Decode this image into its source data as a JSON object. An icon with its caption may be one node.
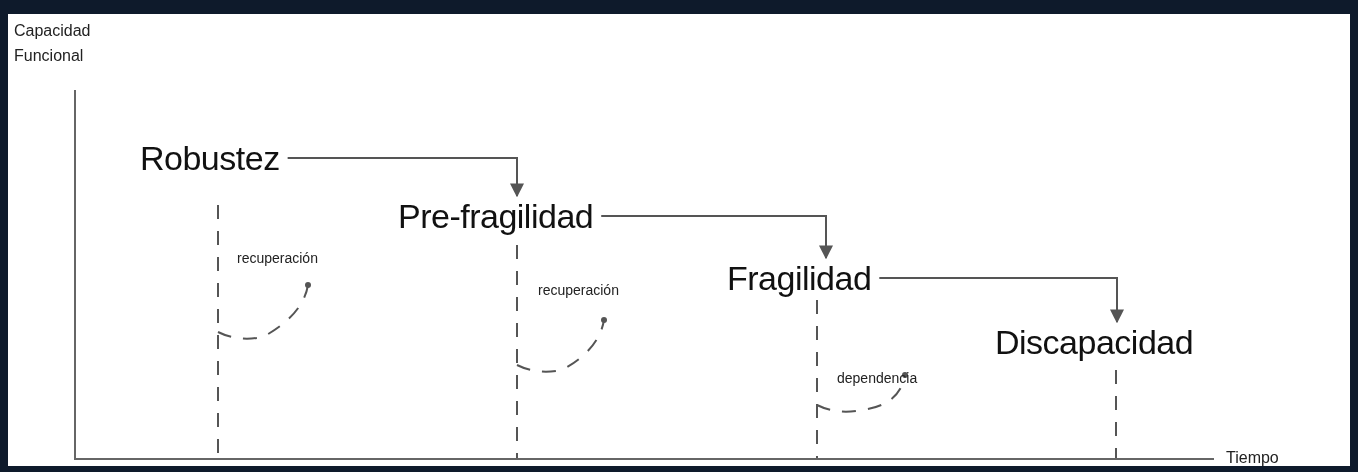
{
  "diagram": {
    "nodes": [
      {
        "text": [
          "Robustez"
        ]
      },
      {
        "text": [
          "Pre-fragilidad"
        ]
      },
      {
        "text": [
          "Fragilidad"
        ]
      },
      {
        "text": [
          "Discapacidad"
        ]
      }
    ],
    "edges": [
      {
        "from": 0,
        "to": 1,
        "arrow": "to"
      },
      {
        "from": 1,
        "to": 2,
        "arrow": "to"
      },
      {
        "from": 2,
        "to": 3,
        "arrow": "to"
      }
    ],
    "labels": [
      "Capacidad Funcional",
      "recuperación",
      "recuperación",
      "dependencia",
      "Tiempo"
    ]
  }
}
